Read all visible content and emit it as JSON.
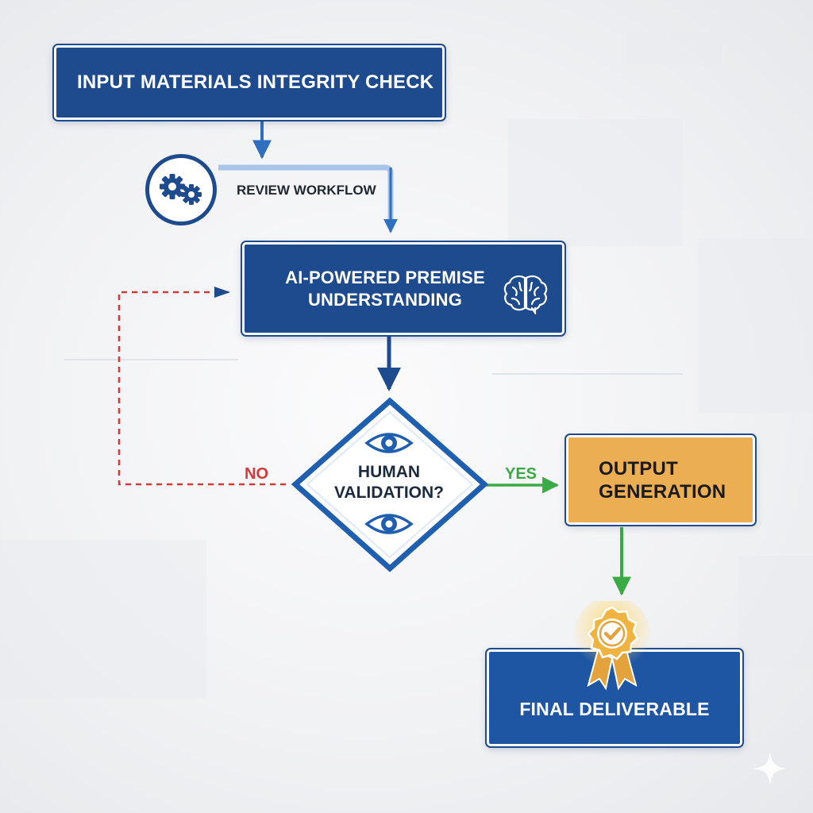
{
  "nodes": {
    "input_check": "Input Materials Integrity Check",
    "review_workflow": "Review Workflow",
    "ai_premise": {
      "line1": "AI-Powered Premise",
      "line2": "Understanding"
    },
    "human_validation": {
      "line1": "Human",
      "line2": "Validation?"
    },
    "output_generation": {
      "line1": "Output",
      "line2": "Generation"
    },
    "final_deliverable": "Final Deliverable"
  },
  "branches": {
    "no": "NO",
    "yes": "YES"
  },
  "icons": {
    "gears": "gears-icon",
    "brain": "brain-icon",
    "eye": "eye-icon",
    "badge": "award-badge-icon",
    "sparkle": "sparkle-icon"
  },
  "colors": {
    "primary_blue": "#1e4b8e",
    "accent_blue": "#2f6fbf",
    "output_orange": "#ecae53",
    "yes_green": "#3aaa45",
    "no_red": "#d6393a"
  }
}
